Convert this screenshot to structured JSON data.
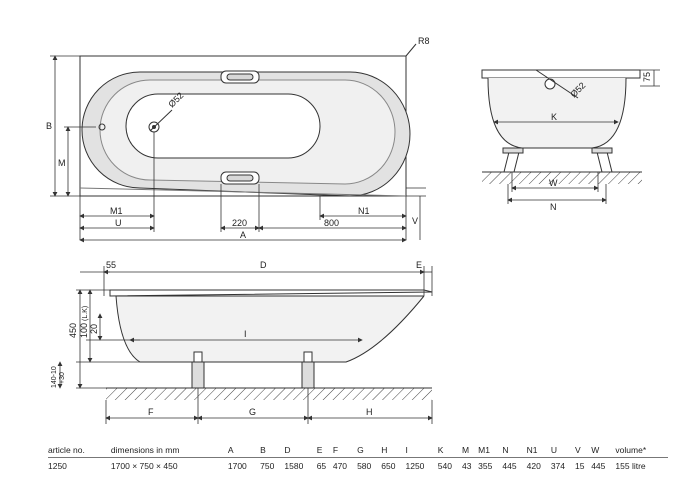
{
  "labels": {
    "R8": "R8",
    "D52_top": "Ø52",
    "D52_side": "Ø52",
    "B": "B",
    "M": "M",
    "M1": "M1",
    "U": "U",
    "d220": "220",
    "d800": "800",
    "N1": "N1",
    "V": "V",
    "A": "A",
    "d75": "75",
    "K": "K",
    "W": "W",
    "N": "N",
    "d55": "55",
    "D": "D",
    "E": "E",
    "d450": "450",
    "d100": "100",
    "lk": "(L.K)",
    "d20": "20",
    "I": "I",
    "d140": "140-10",
    "d140b": "+30",
    "F": "F",
    "G": "G",
    "H": "H"
  },
  "specs": {
    "headers": [
      "article no.",
      "dimensions in mm",
      "A",
      "B",
      "D",
      "E",
      "F",
      "G",
      "H",
      "I",
      "K",
      "M",
      "M1",
      "N",
      "N1",
      "U",
      "V",
      "W",
      "volume*"
    ],
    "values": [
      "1250",
      "1700 × 750 × 450",
      "1700",
      "750",
      "1580",
      "65",
      "470",
      "580",
      "650",
      "1250",
      "540",
      "43",
      "355",
      "445",
      "420",
      "374",
      "15",
      "445",
      "155 litre"
    ]
  }
}
